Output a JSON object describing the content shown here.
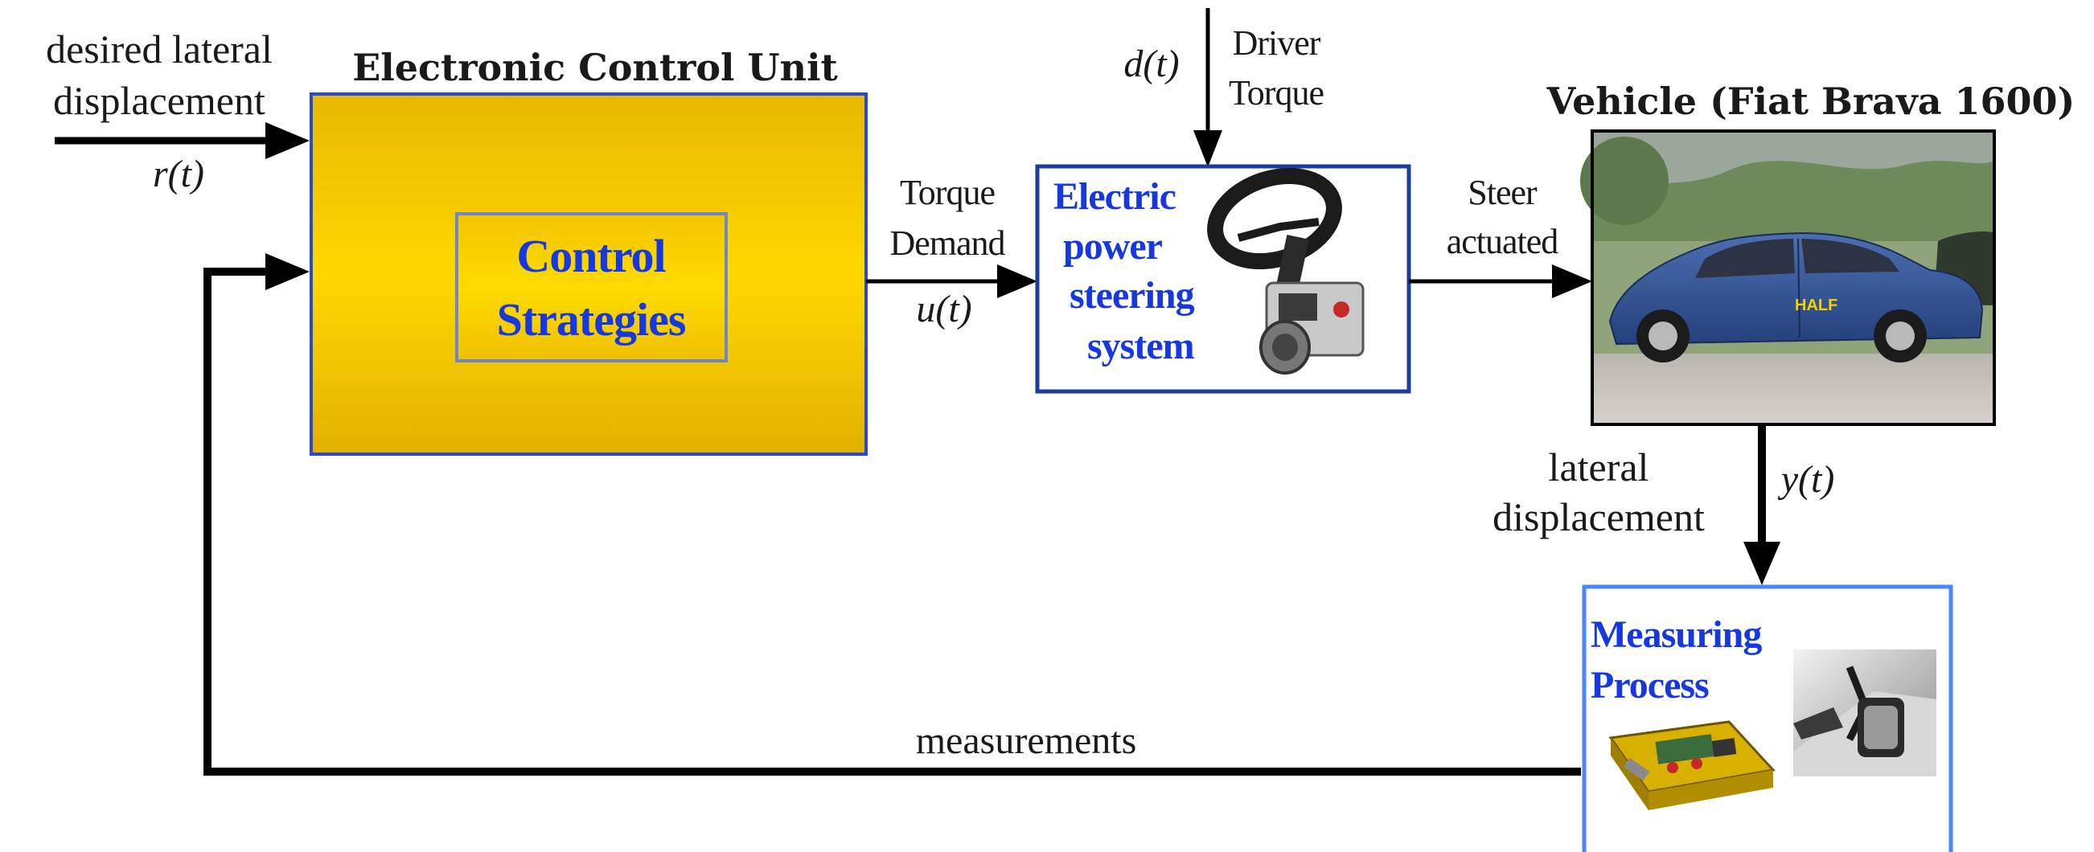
{
  "colors": {
    "ecu_fill_top": "#e7b800",
    "ecu_fill_mid": "#ffd800",
    "block_border": "#2747d6",
    "block_text": "#1638e0",
    "measure_border": "#4a86ff"
  },
  "labels": {
    "desired_line1": "desired lateral",
    "desired_line2": "displacement",
    "r_signal": "r(t)",
    "ecu_title": "Electronic Control Unit",
    "control_line1": "Control",
    "control_line2": "Strategies",
    "torque_demand_line1": "Torque",
    "torque_demand_line2": "Demand",
    "u_signal": "u(t)",
    "d_signal": "d(t)",
    "driver_line1": "Driver",
    "driver_line2": "Torque",
    "eps_line1": "Electric",
    "eps_line2": "power",
    "eps_line3": "steering",
    "eps_line4": "system",
    "steer_line1": "Steer",
    "steer_line2": "actuated",
    "vehicle_title": "Vehicle (Fiat Brava 1600)",
    "car_badge": "HALF",
    "lateral_line1": "lateral",
    "lateral_line2": "displacement",
    "y_signal": "y(t)",
    "measuring_line1": "Measuring",
    "measuring_line2": "Process",
    "measurements": "measurements"
  },
  "icons": {
    "steering_unit": "steering-wheel-with-motor-icon",
    "vehicle_photo": "blue-hatchback-car-photo",
    "measuring_board": "electronic-board-icon",
    "camera_mount": "windshield-camera-icon"
  }
}
